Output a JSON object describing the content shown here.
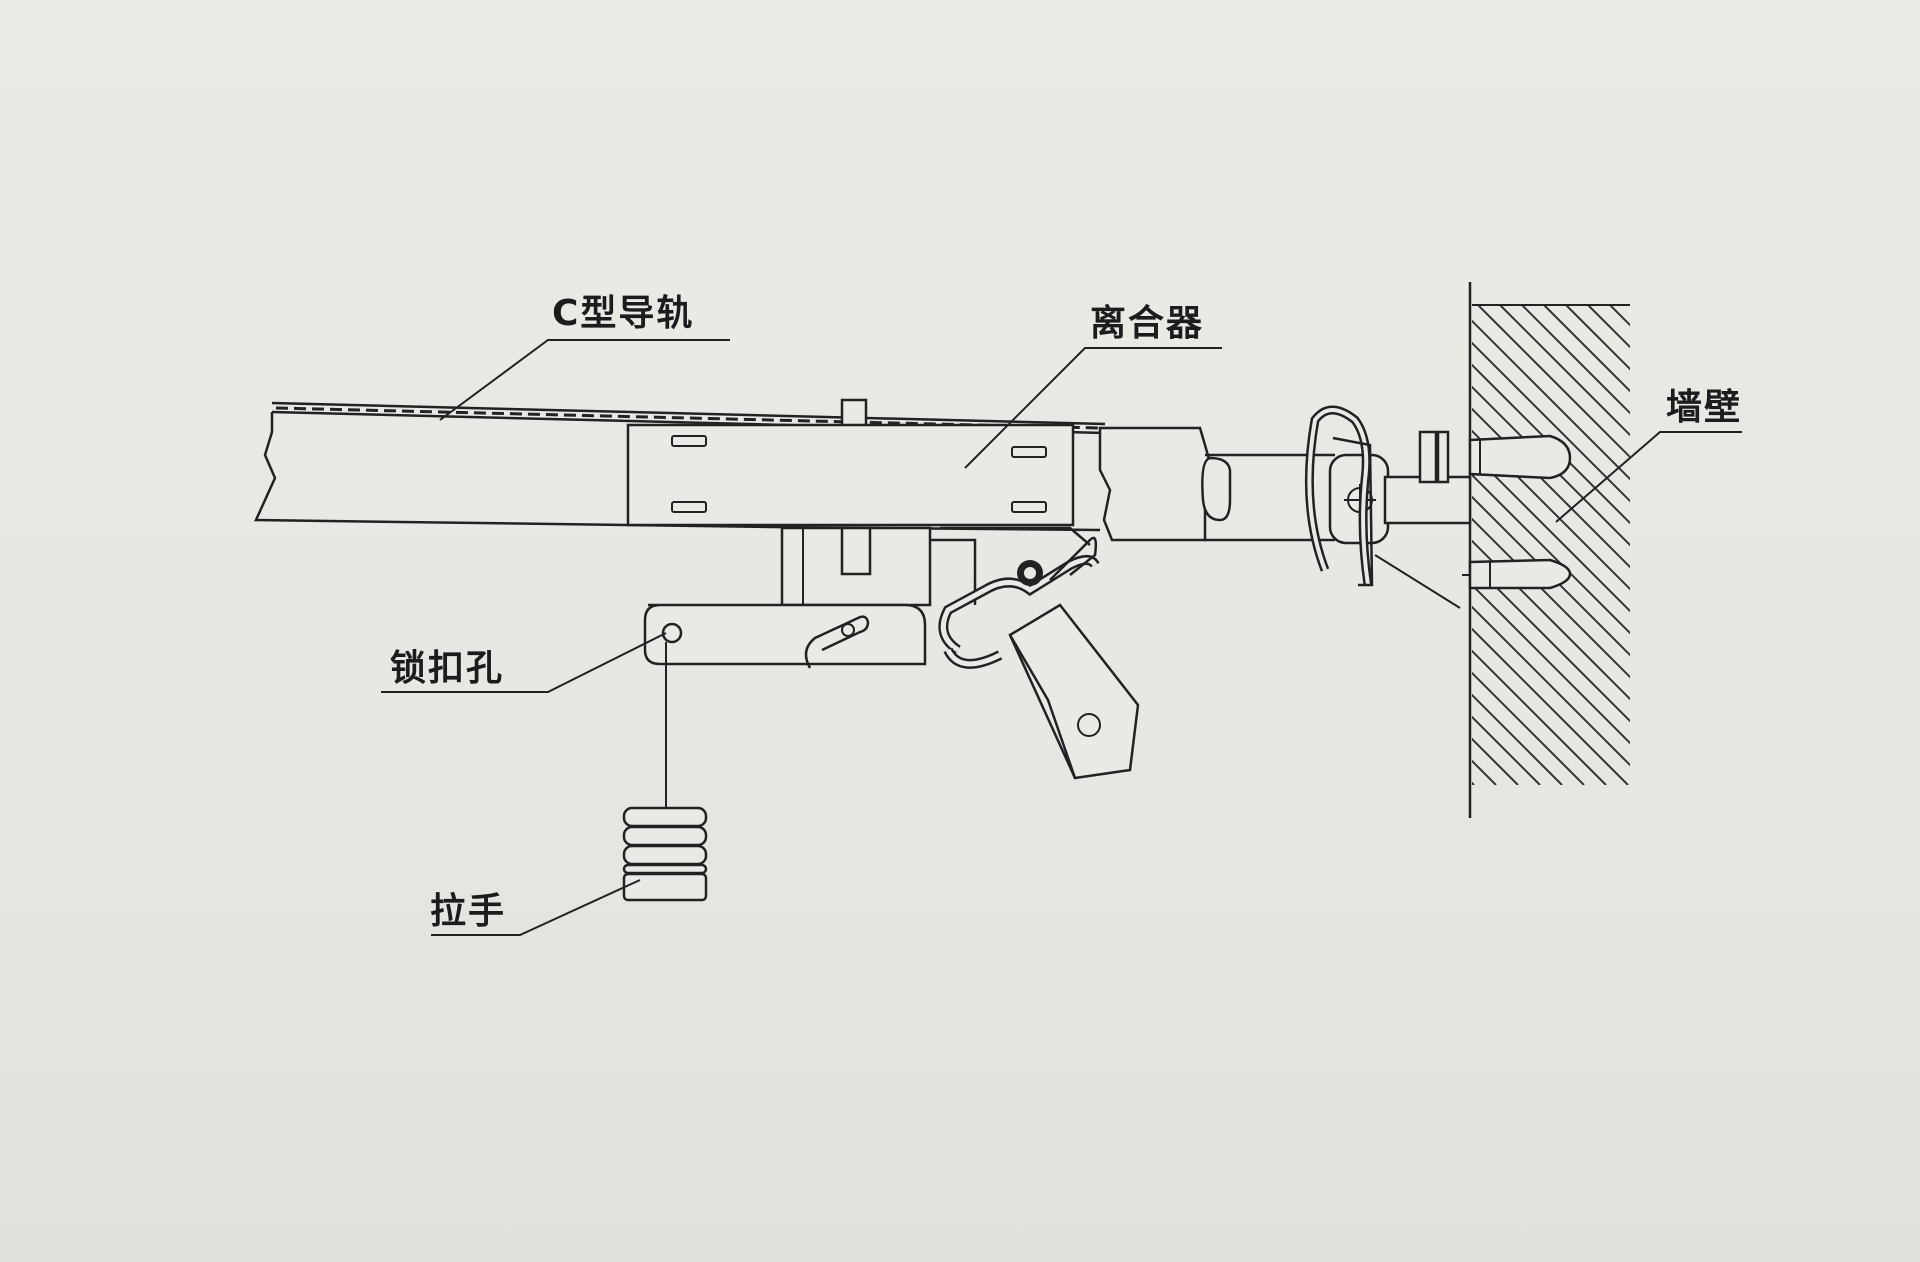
{
  "labels": {
    "c_rail": "C型导轨",
    "clutch": "离合器",
    "wall": "墙壁",
    "lock_hole": "锁扣孔",
    "handle": "拉手"
  }
}
